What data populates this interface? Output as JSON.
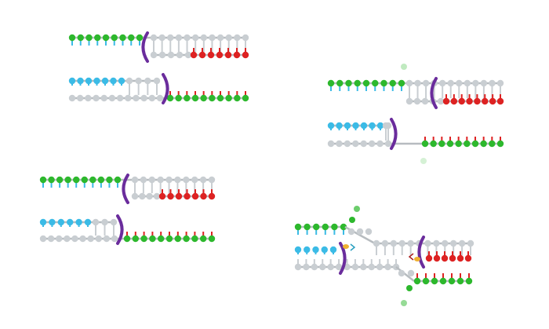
{
  "diagram": {
    "panels": [
      "duplex-pair-1",
      "duplex-pair-2",
      "duplex-pair-3",
      "replication-fork"
    ],
    "colors": {
      "green": "#2db82d",
      "blue": "#3bbbe6",
      "red": "#dd2222",
      "gray": "#c9ced2",
      "backbone": "#b7bcc0",
      "clamp": "#6a2c9c",
      "enzyme": "#f0b030",
      "arrow_blue": "#2aa0c0",
      "arrow_red": "#aa2020"
    }
  }
}
